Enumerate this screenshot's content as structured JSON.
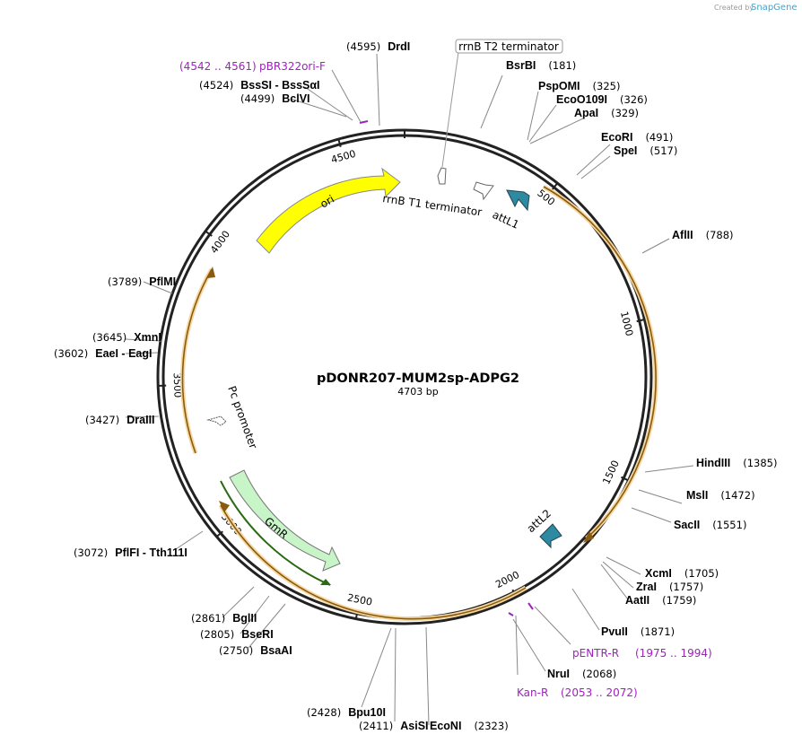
{
  "credit": {
    "created_by": "Created by",
    "brand": "SnapGene"
  },
  "plasmid": {
    "name": "pDONR207-MUM2sp-ADPG2",
    "length_label": "4703 bp",
    "length": 4703
  },
  "ticks": [
    "500",
    "1000",
    "1500",
    "2000",
    "2500",
    "3000",
    "3500",
    "4000",
    "4500"
  ],
  "enzymes": [
    {
      "name": "DrdI",
      "pos": "(4595)"
    },
    {
      "name": "BsrBI",
      "pos": "(181)"
    },
    {
      "name": "PspOMI",
      "pos": "(325)"
    },
    {
      "name": "EcoO109I",
      "pos": "(326)"
    },
    {
      "name": "ApaI",
      "pos": "(329)"
    },
    {
      "name": "EcoRI",
      "pos": "(491)"
    },
    {
      "name": "SpeI",
      "pos": "(517)"
    },
    {
      "name": "AflII",
      "pos": "(788)"
    },
    {
      "name": "HindIII",
      "pos": "(1385)"
    },
    {
      "name": "MslI",
      "pos": "(1472)"
    },
    {
      "name": "SacII",
      "pos": "(1551)"
    },
    {
      "name": "XcmI",
      "pos": "(1705)"
    },
    {
      "name": "ZraI",
      "pos": "(1757)"
    },
    {
      "name": "AatII",
      "pos": "(1759)"
    },
    {
      "name": "PvuII",
      "pos": "(1871)"
    },
    {
      "name": "NruI",
      "pos": "(2068)"
    },
    {
      "name": "EcoNI",
      "pos": "(2323)"
    },
    {
      "name": "AsiSI",
      "pos": "(2411)"
    },
    {
      "name": "Bpu10I",
      "pos": "(2428)"
    },
    {
      "name": "BsaAI",
      "pos": "(2750)"
    },
    {
      "name": "BseRI",
      "pos": "(2805)"
    },
    {
      "name": "BglII",
      "pos": "(2861)"
    },
    {
      "name": "PflFI",
      "name2": "Tth111I",
      "sep": "-",
      "pos": "(3072)"
    },
    {
      "name": "DraIII",
      "pos": "(3427)"
    },
    {
      "name": "EaeI",
      "name2": "EagI",
      "sep": "-",
      "pos": "(3602)"
    },
    {
      "name": "XmnI",
      "pos": "(3645)"
    },
    {
      "name": "PflMI",
      "pos": "(3789)"
    },
    {
      "name": "BclVI",
      "pos": "(4499)"
    },
    {
      "name": "BssSI",
      "name2": "BssSαI",
      "sep": "-",
      "pos": "(4524)"
    }
  ],
  "primers": [
    {
      "name": "pBR322ori-F",
      "range": "(4542 .. 4561)"
    },
    {
      "name": "pENTR-R",
      "range": "(1975 .. 1994)"
    },
    {
      "name": "Kan-R",
      "range": "(2053 .. 2072)"
    }
  ],
  "features": {
    "ori": "ori",
    "gmr": "GmR",
    "rrnb_t1": "rrnB T1 terminator",
    "rrnb_t2": "rrnB T2 terminator",
    "attl1": "attL1",
    "attl2": "attL2",
    "pc_promoter": "Pc promoter"
  },
  "colors": {
    "ori": "#ffff00",
    "gmr": "#c8f5c8",
    "att": "#2e8aa0",
    "primer": "#a020c0",
    "orange": "#f0b040",
    "dark_green": "#2a6a10"
  }
}
